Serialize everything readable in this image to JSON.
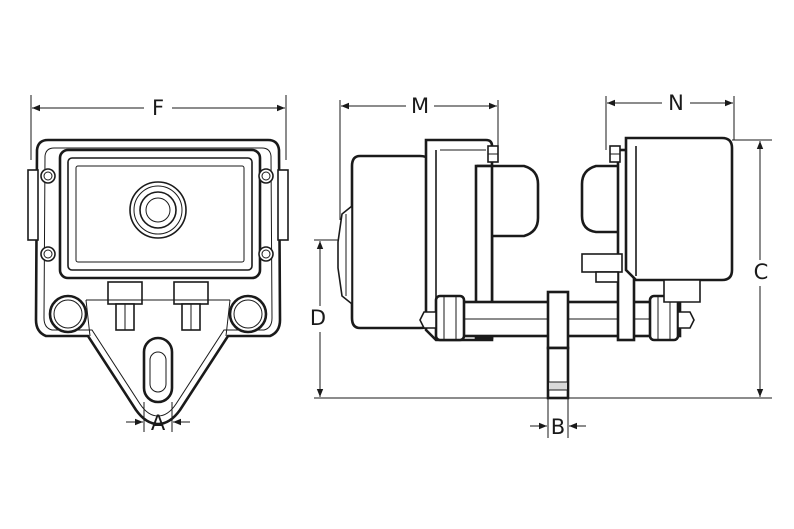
{
  "labels": {
    "F": "F",
    "M": "M",
    "N": "N",
    "C": "C",
    "D": "D",
    "A": "A",
    "B": "B"
  }
}
